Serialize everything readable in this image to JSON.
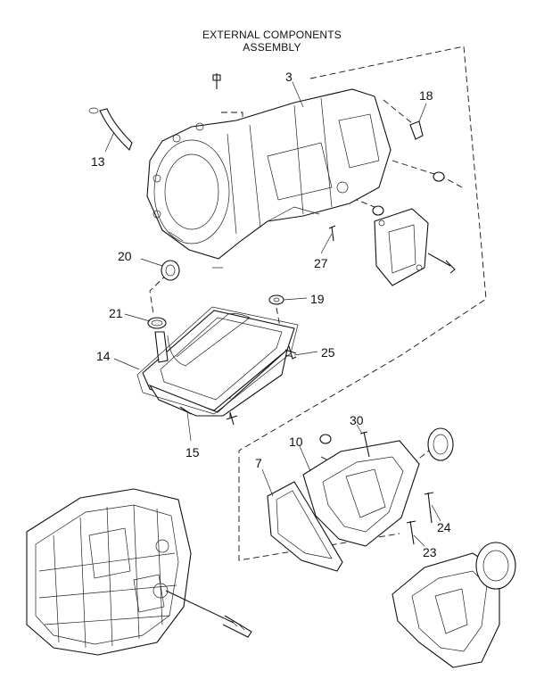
{
  "title_line1": "EXTERNAL COMPONENTS",
  "title_line2": "ASSEMBLY",
  "callouts": {
    "c3": "3",
    "c7": "7",
    "c10": "10",
    "c13": "13",
    "c14": "14",
    "c15": "15",
    "c18": "18",
    "c19": "19",
    "c20": "20",
    "c21": "21",
    "c23": "23",
    "c24": "24",
    "c25": "25",
    "c27": "27",
    "c30": "30"
  }
}
